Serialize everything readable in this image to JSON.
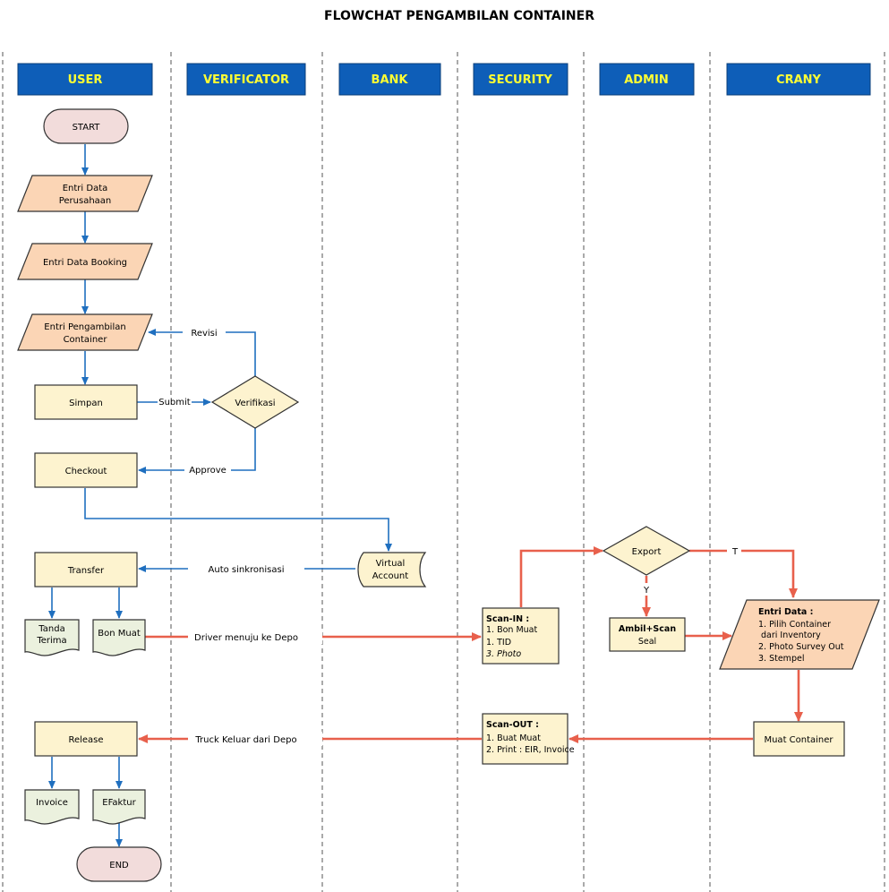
{
  "title": "FLOWCHAT PENGAMBILAN CONTAINER",
  "colors": {
    "lane_header_fill": "#0e5eb8",
    "lane_header_text": "#ffff33",
    "terminal_fill": "#f2dcdb",
    "input_fill": "#fbd5b5",
    "process_fill": "#fdf3cf",
    "document_fill": "#ebf1de",
    "blue_arrow": "#1f6fbf",
    "red_arrow": "#e8604c"
  },
  "lanes": [
    "USER",
    "VERIFICATOR",
    "BANK",
    "SECURITY",
    "ADMIN",
    "CRANY"
  ],
  "nodes": {
    "start": "START",
    "entri_perusahaan": [
      "Entri Data",
      "Perusahaan"
    ],
    "entri_booking": "Entri Data Booking",
    "entri_pengambilan": [
      "Entri Pengambilan",
      "Container"
    ],
    "simpan": "Simpan",
    "verifikasi": "Verifikasi",
    "checkout": "Checkout",
    "virtual_account": [
      "Virtual",
      "Account"
    ],
    "transfer": "Transfer",
    "tanda_terima": [
      "Tanda",
      "Terima"
    ],
    "bon_muat": "Bon Muat",
    "scan_in_title": "Scan-IN :",
    "scan_in_items": [
      "1. Bon Muat",
      "1. TID",
      "3. Photo"
    ],
    "export": "Export",
    "ambil_scan": [
      "Ambil+Scan",
      "Seal"
    ],
    "entri_data_title": "Entri Data :",
    "entri_data_items": [
      "1. Pilih Container",
      "dari Inventory",
      "2. Photo Survey Out",
      "3. Stempel"
    ],
    "muat_container": "Muat Container",
    "scan_out_title": "Scan-OUT :",
    "scan_out_items": [
      "1. Buat Muat",
      "2. Print : EIR, Invoice"
    ],
    "release": "Release",
    "invoice": "Invoice",
    "efaktur": "EFaktur",
    "end": "END"
  },
  "edge_labels": {
    "revisi": "Revisi",
    "submit": "Submit",
    "approve": "Approve",
    "auto_sync": "Auto sinkronisasi",
    "driver": "Driver menuju ke Depo",
    "truck_out": "Truck Keluar dari Depo",
    "export_t": "T",
    "export_y": "Y"
  }
}
